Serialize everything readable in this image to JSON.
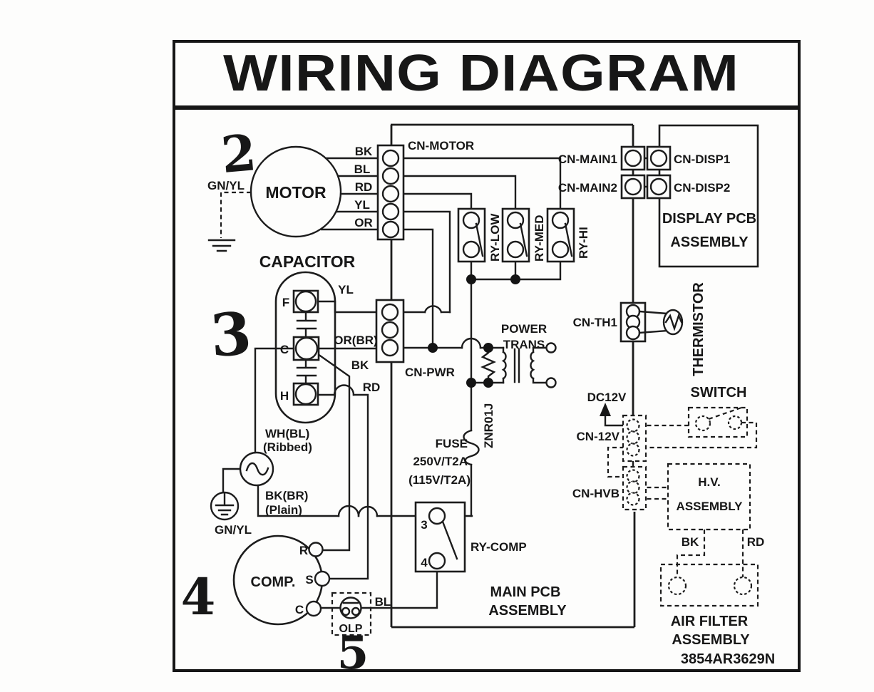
{
  "title": "WIRING DIAGRAM",
  "part_number": "3854AR3629N",
  "handwritten_marks": {
    "motor": "2",
    "capacitor": "3",
    "compressor": "4",
    "olp": "5"
  },
  "motor": {
    "name": "MOTOR",
    "ground_wire": "GN/YL",
    "connector": "CN-MOTOR",
    "wires": {
      "bk": "BK",
      "bl": "BL",
      "rd": "RD",
      "yl": "YL",
      "or": "OR"
    }
  },
  "capacitor": {
    "name": "CAPACITOR",
    "terminals": {
      "f": "F",
      "c": "C",
      "h": "H"
    },
    "wires": {
      "yl": "YL",
      "or_br": "OR(BR)",
      "bk": "BK",
      "rd": "RD"
    }
  },
  "power_cord": {
    "live": "WH(BL)",
    "live_note": "(Ribbed)",
    "neutral": "BK(BR)",
    "neutral_note": "(Plain)",
    "ground": "GN/YL"
  },
  "compressor": {
    "name": "COMP.",
    "terminals": {
      "r": "R",
      "s": "S",
      "c": "C"
    },
    "olp": "OLP",
    "wire_bl": "BL"
  },
  "main_pcb": {
    "name_line1": "MAIN PCB",
    "name_line2": "ASSEMBLY",
    "connectors": {
      "cn_pwr": "CN-PWR",
      "cn_main1": "CN-MAIN1",
      "cn_main2": "CN-MAIN2",
      "cn_th1": "CN-TH1",
      "cn_12v": "CN-12V",
      "cn_hvb": "CN-HVB"
    },
    "relays": {
      "low": "RY-LOW",
      "med": "RY-MED",
      "hi": "RY-HI",
      "comp": "RY-COMP",
      "comp_pin3": "3",
      "comp_pin4": "4"
    },
    "fuse": {
      "line1": "FUSE",
      "line2": "250V/T2A",
      "line3": "(115V/T2A)"
    },
    "varistor": "ZNR01J",
    "transformer_line1": "POWER",
    "transformer_line2": "TRANS",
    "dc_output": "DC12V"
  },
  "display_pcb": {
    "name_line1": "DISPLAY PCB",
    "name_line2": "ASSEMBLY",
    "connectors": {
      "cn_disp1": "CN-DISP1",
      "cn_disp2": "CN-DISP2"
    }
  },
  "thermistor": "THERMISTOR",
  "switch": "SWITCH",
  "hv_assembly": {
    "line1": "H.V.",
    "line2": "ASSEMBLY",
    "wire_bk": "BK",
    "wire_rd": "RD"
  },
  "air_filter": {
    "line1": "AIR FILTER",
    "line2": "ASSEMBLY"
  }
}
